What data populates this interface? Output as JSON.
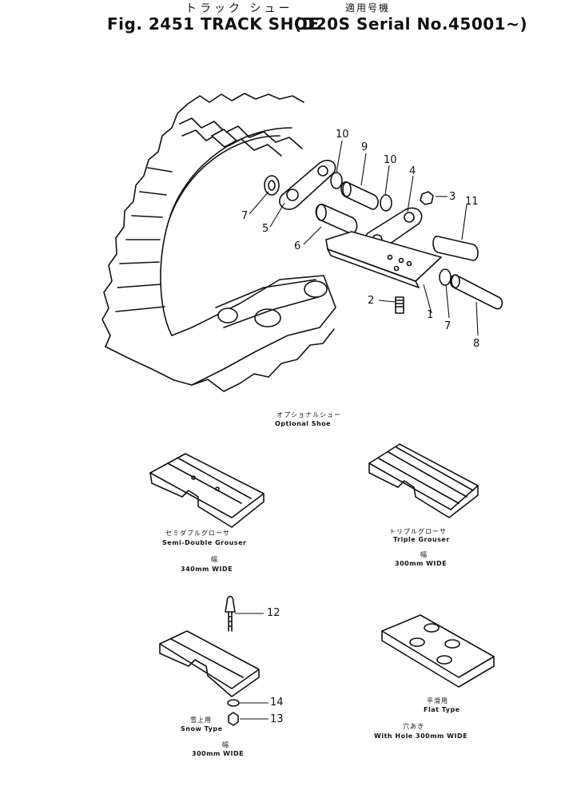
{
  "header": {
    "title_jp": "トラック シュー",
    "applicable_jp": "適用号機",
    "fig_label": "Fig. 2451 TRACK SHOE",
    "model_serial": "(D20S Serial No.45001~)"
  },
  "callouts": [
    "10",
    "9",
    "10",
    "4",
    "3",
    "11",
    "7",
    "5",
    "6",
    "2",
    "7",
    "1",
    "8",
    "12",
    "14",
    "13"
  ],
  "optional": {
    "jp": "オプショナルシュー",
    "en": "Optional Shoe"
  },
  "variants": {
    "semi_double": {
      "jp": "セミダブルグローサ",
      "en": "Semi-Double Grouser",
      "width_jp": "幅",
      "width": "340mm WIDE"
    },
    "triple": {
      "jp": "トリプルグローサ",
      "en": "Triple Grouser",
      "width_jp": "幅",
      "width": "300mm WIDE"
    },
    "snow": {
      "jp": "雪上用",
      "en": "Snow Type",
      "width_jp": "幅",
      "width": "300mm WIDE"
    },
    "flat": {
      "jp": "平滑用",
      "en": "Flat Type",
      "hole_jp": "穴あき",
      "hole": "With Hole 300mm WIDE"
    }
  }
}
